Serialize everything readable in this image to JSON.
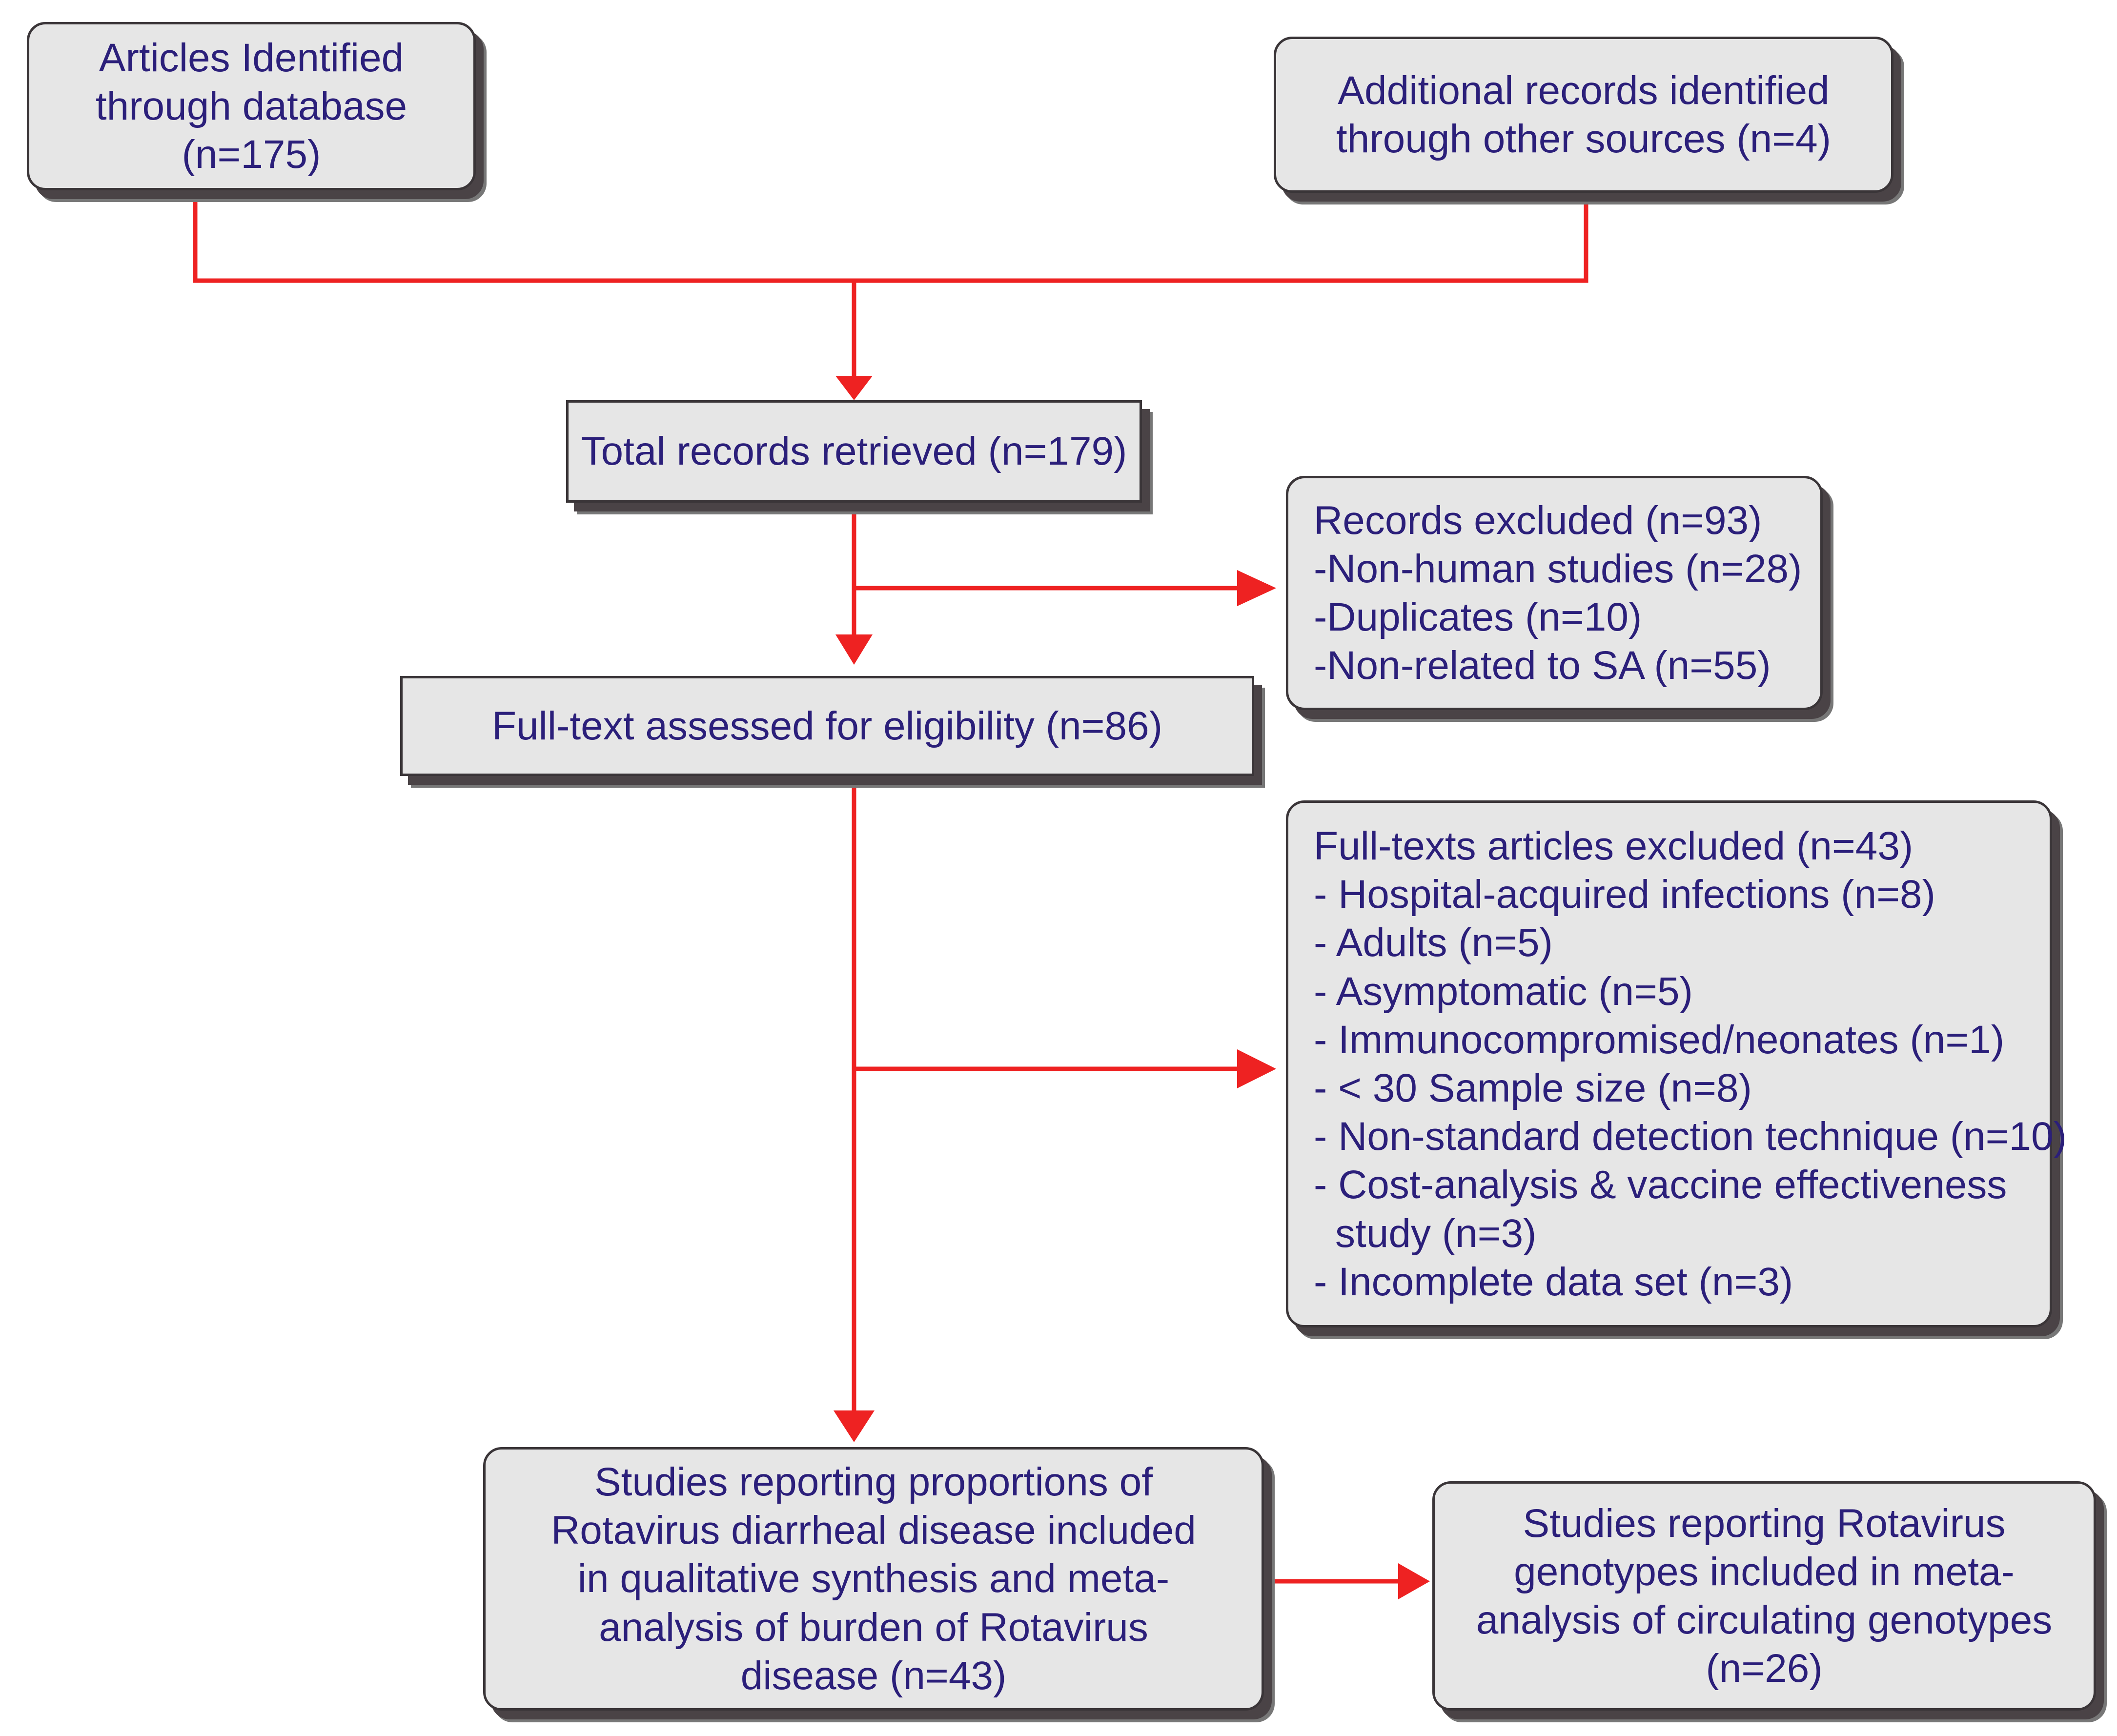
{
  "boxes": {
    "database": {
      "lines": [
        "Articles Identified",
        "through database",
        "(n=175)"
      ]
    },
    "other_sources": {
      "lines": [
        "Additional records identified",
        "through other sources (n=4)"
      ]
    },
    "total": {
      "lines": [
        "Total records retrieved (n=179)"
      ]
    },
    "records_excluded": {
      "lines": [
        "Records excluded (n=93)",
        "-Non-human studies (n=28)",
        "-Duplicates (n=10)",
        "-Non-related to SA (n=55)"
      ]
    },
    "full_text": {
      "lines": [
        "Full-text assessed for eligibility (n=86)"
      ]
    },
    "fulltext_excluded": {
      "lines": [
        "Full-texts articles excluded (n=43)",
        "- Hospital-acquired  infections (n=8)",
        "- Adults (n=5)",
        "- Asymptomatic (n=5)",
        "- Immunocompromised/neonates (n=1)",
        "- < 30 Sample size (n=8)",
        "- Non-standard detection technique (n=10)",
        "- Cost-analysis & vaccine effectiveness",
        "study (n=3)",
        "- Incomplete data set (n=3)"
      ]
    },
    "burden_studies": {
      "lines": [
        "Studies reporting proportions of",
        "Rotavirus diarrheal disease included",
        "in qualitative synthesis and meta-",
        "analysis of burden of Rotavirus",
        "disease (n=43)"
      ]
    },
    "genotype_studies": {
      "lines": [
        "Studies reporting Rotavirus",
        "genotypes included in meta-",
        "analysis of circulating genotypes",
        "(n=26)"
      ]
    }
  },
  "colors": {
    "connector": "#ee2222",
    "box_fill": "#e6e6e6",
    "text": "#2b1f7a",
    "shadow": "#4a4346"
  }
}
